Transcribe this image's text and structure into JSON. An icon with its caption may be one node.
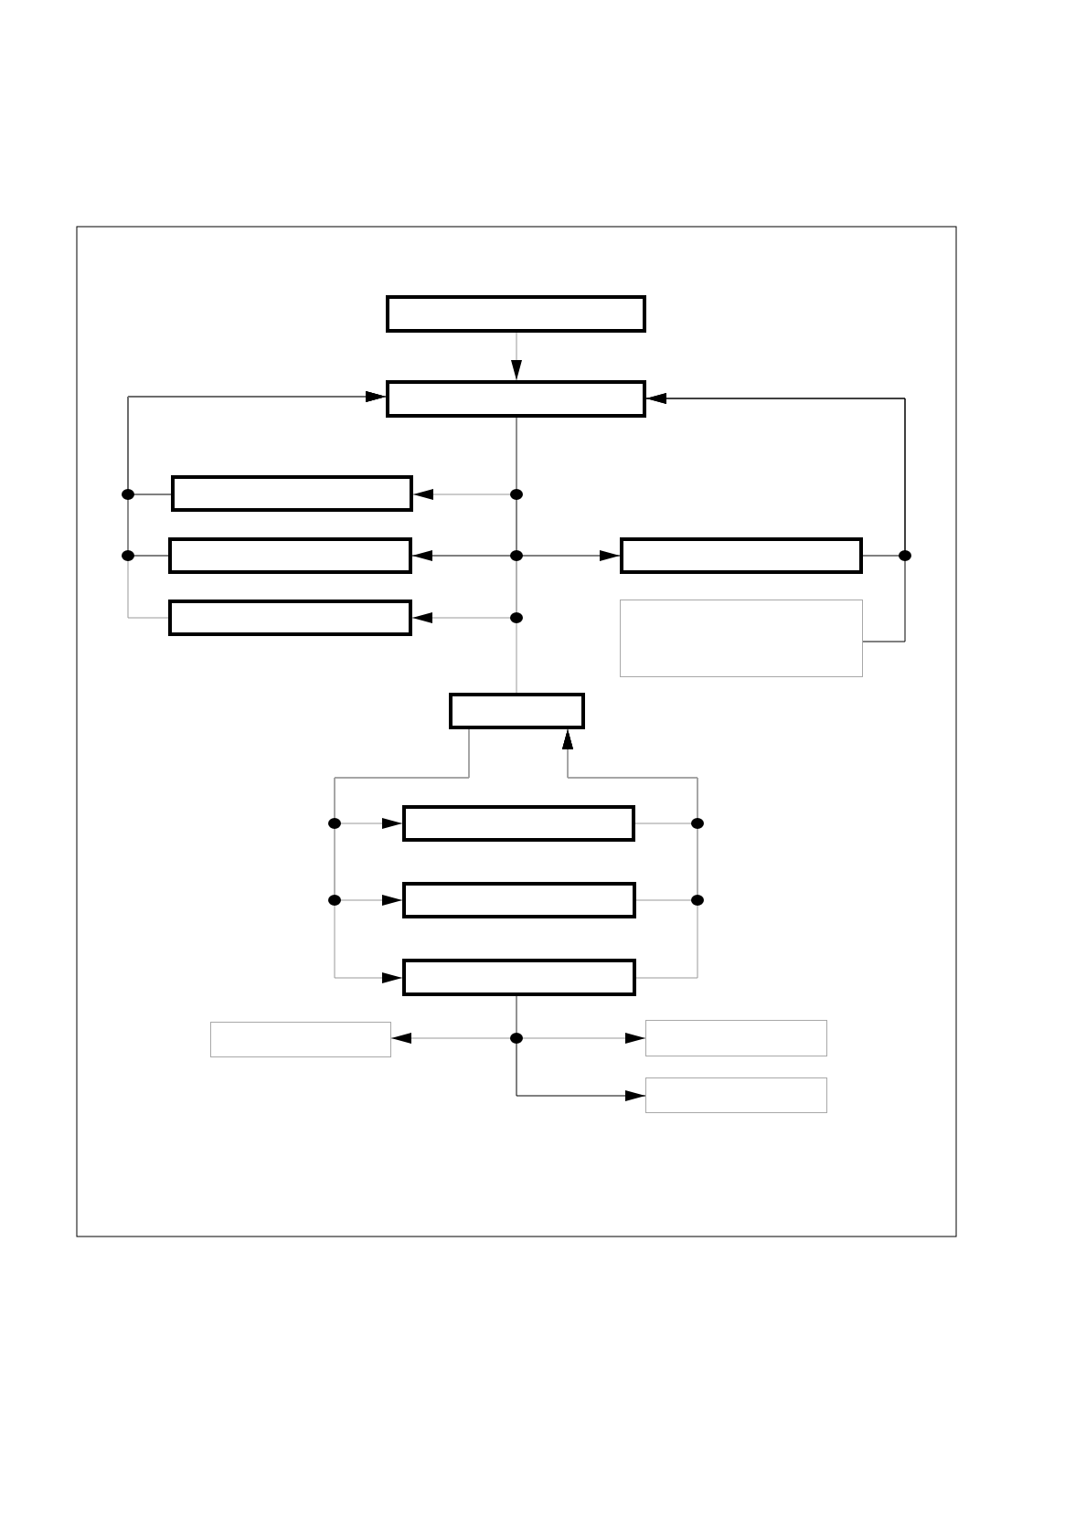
{
  "diagram": {
    "nodes": [
      {
        "text": [],
        "shape": "box"
      },
      {
        "text": [],
        "shape": "box"
      },
      {
        "text": [],
        "shape": "box"
      },
      {
        "text": [],
        "shape": "box"
      },
      {
        "text": [],
        "shape": "box"
      },
      {
        "text": [],
        "shape": "box"
      },
      {
        "text": [],
        "shape": "box"
      },
      {
        "text": [],
        "shape": "box"
      },
      {
        "text": [],
        "shape": "box"
      },
      {
        "text": [],
        "shape": "box"
      },
      {
        "text": [],
        "shape": "box"
      },
      {
        "text": [],
        "shape": "box"
      },
      {
        "text": [],
        "shape": "box"
      },
      {
        "text": [],
        "shape": "box"
      }
    ],
    "edges": [
      {
        "from": 0,
        "to": 1,
        "arrow": "to"
      },
      {
        "from": 1,
        "to": 2,
        "arrow": "to"
      },
      {
        "from": 1,
        "to": 3,
        "arrow": "to",
        "color": "#000000"
      },
      {
        "from": 1,
        "to": 4,
        "arrow": "to"
      },
      {
        "from": 1,
        "to": 5,
        "arrow": "to",
        "color": "#000000"
      },
      {
        "from": 1,
        "to": 7,
        "arrow": "none"
      },
      {
        "from": 2,
        "to": 1,
        "arrow": "to",
        "color": "#000000"
      },
      {
        "from": 3,
        "to": 1,
        "arrow": "to",
        "color": "#000000"
      },
      {
        "from": 4,
        "to": 1,
        "arrow": "to"
      },
      {
        "from": 5,
        "to": 1,
        "arrow": "to",
        "color": "#000000"
      },
      {
        "from": 6,
        "to": 1,
        "arrow": "to",
        "color": "#000000"
      },
      {
        "from": 7,
        "to": 8,
        "arrow": "to"
      },
      {
        "from": 7,
        "to": 9,
        "arrow": "to"
      },
      {
        "from": 7,
        "to": 10,
        "arrow": "to"
      },
      {
        "from": 8,
        "to": 7,
        "arrow": "to"
      },
      {
        "from": 9,
        "to": 7,
        "arrow": "to"
      },
      {
        "from": 10,
        "to": 7,
        "arrow": "to"
      },
      {
        "from": 10,
        "to": 11,
        "arrow": "to"
      },
      {
        "from": 10,
        "to": 12,
        "arrow": "to"
      },
      {
        "from": 10,
        "to": 13,
        "arrow": "to",
        "color": "#000000"
      }
    ]
  }
}
